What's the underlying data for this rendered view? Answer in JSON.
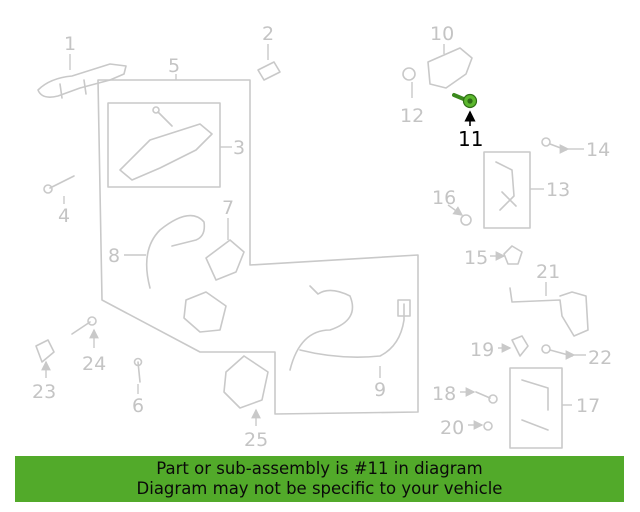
{
  "diagram": {
    "callouts": [
      {
        "id": "1",
        "label": "1"
      },
      {
        "id": "2",
        "label": "2"
      },
      {
        "id": "3",
        "label": "3"
      },
      {
        "id": "4",
        "label": "4"
      },
      {
        "id": "5",
        "label": "5"
      },
      {
        "id": "6",
        "label": "6"
      },
      {
        "id": "7",
        "label": "7"
      },
      {
        "id": "8",
        "label": "8"
      },
      {
        "id": "9",
        "label": "9"
      },
      {
        "id": "10",
        "label": "10"
      },
      {
        "id": "11",
        "label": "11",
        "highlighted": true
      },
      {
        "id": "12",
        "label": "12"
      },
      {
        "id": "13",
        "label": "13"
      },
      {
        "id": "14",
        "label": "14"
      },
      {
        "id": "15",
        "label": "15"
      },
      {
        "id": "16",
        "label": "16"
      },
      {
        "id": "17",
        "label": "17"
      },
      {
        "id": "18",
        "label": "18"
      },
      {
        "id": "19",
        "label": "19"
      },
      {
        "id": "20",
        "label": "20"
      },
      {
        "id": "21",
        "label": "21"
      },
      {
        "id": "22",
        "label": "22"
      },
      {
        "id": "23",
        "label": "23"
      },
      {
        "id": "24",
        "label": "24"
      },
      {
        "id": "25",
        "label": "25"
      }
    ],
    "colors": {
      "part_line": "#c9c9c9",
      "highlight_part": "#5cb82e",
      "highlight_label": "#000000"
    }
  },
  "banner": {
    "line1": "Part or sub-assembly is #11 in diagram",
    "line2": "Diagram may not be specific to your vehicle",
    "color": "#52aa2a"
  }
}
